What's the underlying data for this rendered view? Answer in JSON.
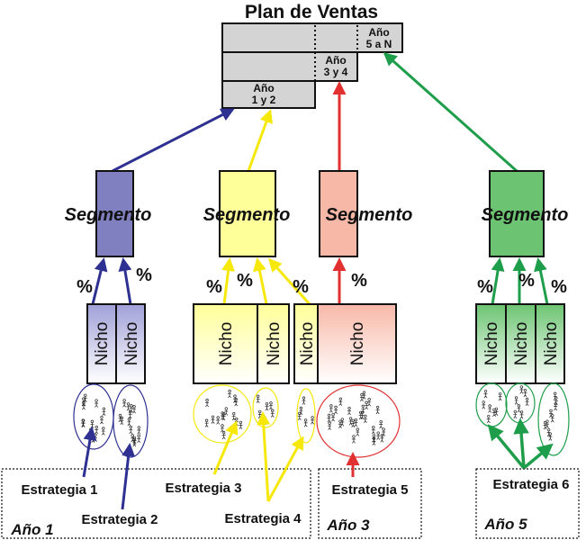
{
  "title": "Plan de Ventas",
  "years_block": {
    "row1": "Año 1 y 2",
    "row1_line1": "Año",
    "row1_line2": "1 y 2",
    "row2_line1": "Año",
    "row2_line2": "3 y 4",
    "row3_line1": "Año",
    "row3_line2": "5 a N"
  },
  "segment_label": "Segmento",
  "niche_label": "Nicho",
  "percent_label": "%",
  "strategies": [
    "Estrategia 1",
    "Estrategia 2",
    "Estrategia 3",
    "Estrategia 4",
    "Estrategia 5",
    "Estrategia 6"
  ],
  "year_labels": [
    "Año 1",
    "Año 3",
    "Año 5"
  ],
  "colors": {
    "blue": "#8080c0",
    "blue_arrow": "#2e3192",
    "yellow": "#ffff99",
    "yellow_arrow": "#f5e80a",
    "salmon": "#f8b8a8",
    "red_arrow": "#e03030",
    "green": "#6cc472",
    "green_arrow": "#1e9e4a",
    "year_box": "#d4d4d4"
  }
}
